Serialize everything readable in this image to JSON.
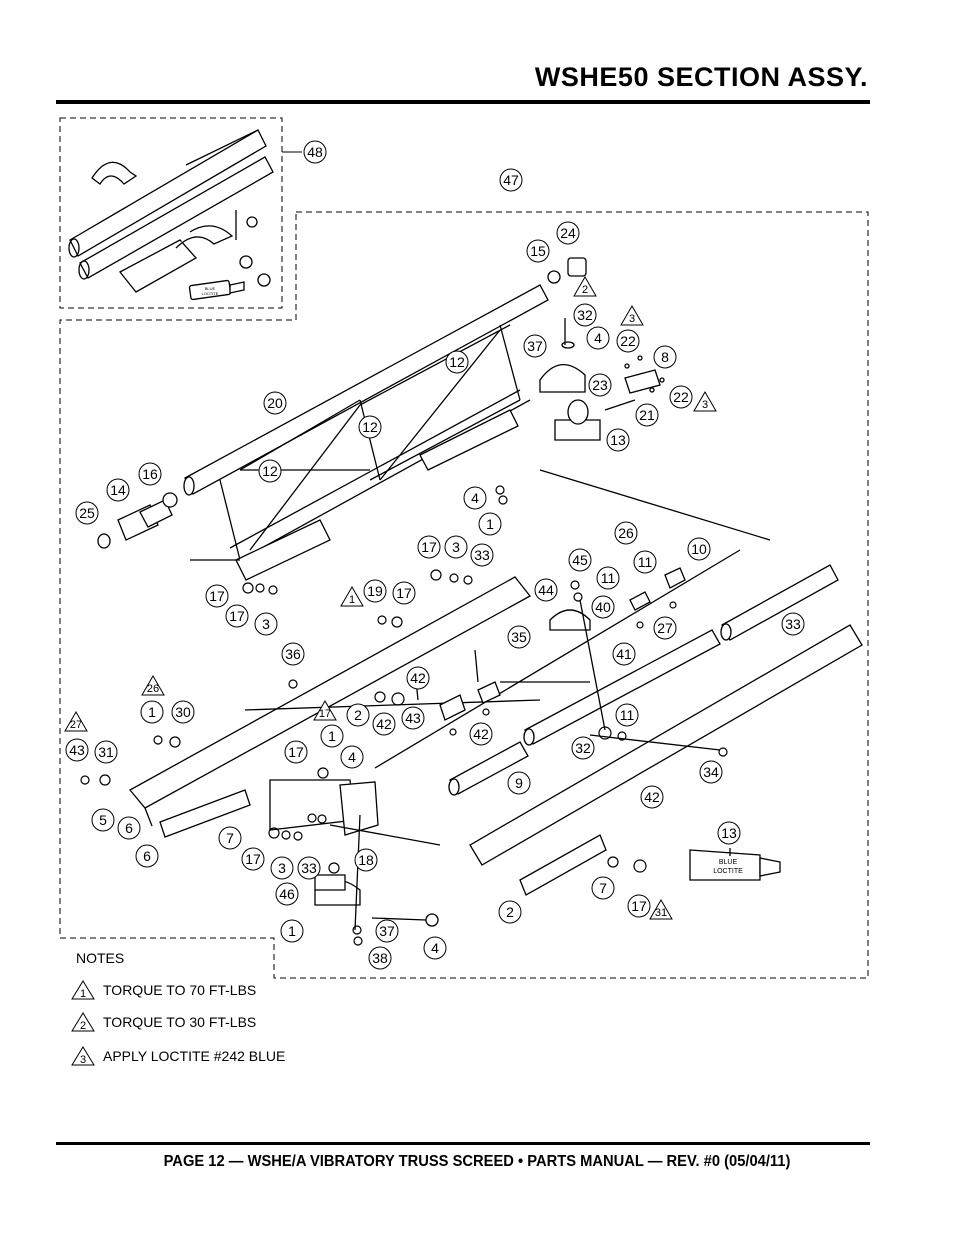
{
  "header": {
    "title": "WSHE50 SECTION ASSY."
  },
  "footer": {
    "text": "PAGE 12 — WSHE/A VIBRATORY TRUSS SCREED • PARTS MANUAL — REV. #0 (05/04/11)"
  },
  "callouts": [
    "48",
    "47",
    "24",
    "15",
    "2",
    "32",
    "4",
    "3",
    "37",
    "22",
    "8",
    "12",
    "23",
    "20",
    "21",
    "22",
    "3",
    "12",
    "13",
    "12",
    "16",
    "14",
    "4",
    "25",
    "1",
    "26",
    "10",
    "17",
    "3",
    "33",
    "11",
    "45",
    "11",
    "17",
    "1",
    "19",
    "17",
    "44",
    "40",
    "27",
    "17",
    "3",
    "33",
    "35",
    "41",
    "36",
    "42",
    "26",
    "1",
    "30",
    "17",
    "2",
    "42",
    "43",
    "11",
    "42",
    "27",
    "1",
    "32",
    "43",
    "31",
    "17",
    "4",
    "9",
    "34",
    "42",
    "5",
    "6",
    "6",
    "7",
    "17",
    "3",
    "33",
    "18",
    "13",
    "46",
    "2",
    "7",
    "17",
    "31",
    "1",
    "37",
    "4",
    "38",
    "1"
  ],
  "tubes": {
    "loctite_label_line1": "BLUE",
    "loctite_label_line2": "LOCTITE"
  },
  "notes": {
    "heading": "NOTES",
    "items": [
      {
        "number": "1",
        "text": "TORQUE TO 70 FT-LBS"
      },
      {
        "number": "2",
        "text": "TORQUE TO 30 FT-LBS"
      },
      {
        "number": "3",
        "text": "APPLY LOCTITE #242 BLUE"
      }
    ]
  }
}
